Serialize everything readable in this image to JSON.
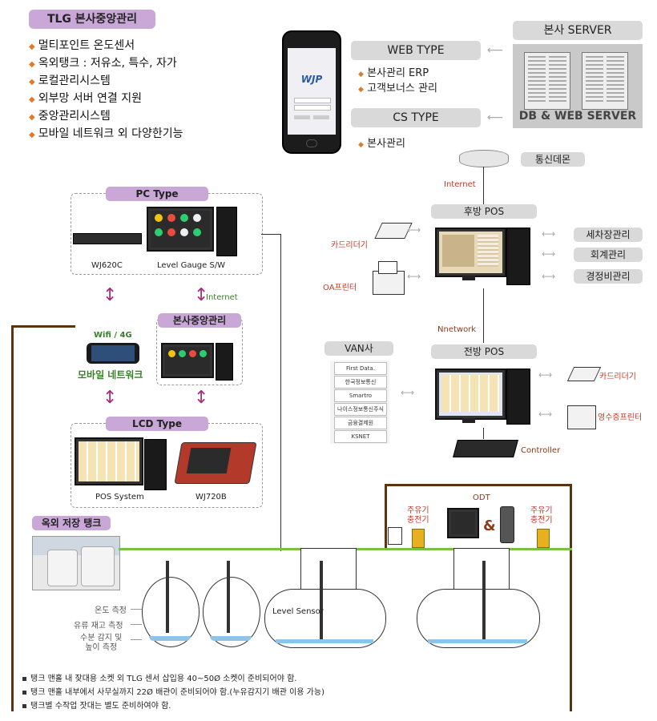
{
  "header": {
    "title": "TLG 본사중앙관리",
    "features": [
      "멀티포인트 온도센서",
      "옥외탱크 : 저유소, 특수, 자가",
      "로컬관리시스템",
      "외부망 서버 연결 지원",
      "중앙관리시스템",
      "모바일 네트워크 외 다양한기능"
    ]
  },
  "server": {
    "title": "본사 SERVER",
    "db_label": "DB & WEB SERVER",
    "web_type": "WEB TYPE",
    "web_items": [
      "본사관리 ERP",
      "고객보너스 관리"
    ],
    "cs_type": "CS TYPE",
    "cs_items": [
      "본사관리"
    ],
    "modem": "통신데몬",
    "internet": "Internet"
  },
  "phone": {
    "logo": "WJP"
  },
  "back_pos": {
    "title": "후방 POS",
    "card_reader": "카드리더기",
    "oa_printer": "OA프린터",
    "right_items": [
      "세차장관리",
      "회계관리",
      "경정비관리"
    ],
    "nnetwork": "Nnetwork"
  },
  "front_pos": {
    "title": "전방 POS",
    "van_title": "VAN사",
    "van_items": [
      "First Data.",
      "한국정보통신",
      "Smartro",
      "나이스정보통신주식회사",
      "금융결제원",
      "KSNET"
    ],
    "card_reader": "카드리더기",
    "receipt_printer": "영수증프린터",
    "controller": "Controller"
  },
  "pc_type": {
    "title": "PC Type",
    "left_device": "WJ620C",
    "right_device": "Level Gauge S/W",
    "internet": "Internet"
  },
  "mobile": {
    "network_type": "Wifi  / 4G",
    "label": "모바일 네트워크"
  },
  "hq": {
    "title": "본사중앙관리"
  },
  "lcd_type": {
    "title": "LCD Type",
    "left_device": "POS System",
    "right_device": "WJ720B"
  },
  "outdoor": {
    "title": "옥외 저장 탱크"
  },
  "odt": {
    "title": "ODT",
    "left_dispenser": "주유기\n충전기",
    "right_dispenser": "주유기\n충전기",
    "amp": "&"
  },
  "tank_labels": {
    "temp": "온도 측정",
    "stock": "유류 재고 측정",
    "water": "수분 감지 및\n높이 측정",
    "level_sensor": "Level Sensor"
  },
  "notes": [
    "탱크 맨홀 내 잦대용 소켓 외 TLG 센서 삽입용 40~50Ø 소켓이 준비되어야 함.",
    "탱크 맨홀 내부에서 사무실까지 22Ø 배관이 준비되어야 함.(누유감지기 배관 이용 가능)",
    "탱크별 수작업 잣대는 별도 준비하여야 함."
  ],
  "colors": {
    "purple": "#c9a8d8",
    "gray": "#d9d9d9",
    "brown": "#5a3410",
    "green": "#7ac143",
    "red": "#c0392b",
    "arrow": "#a0307a"
  }
}
